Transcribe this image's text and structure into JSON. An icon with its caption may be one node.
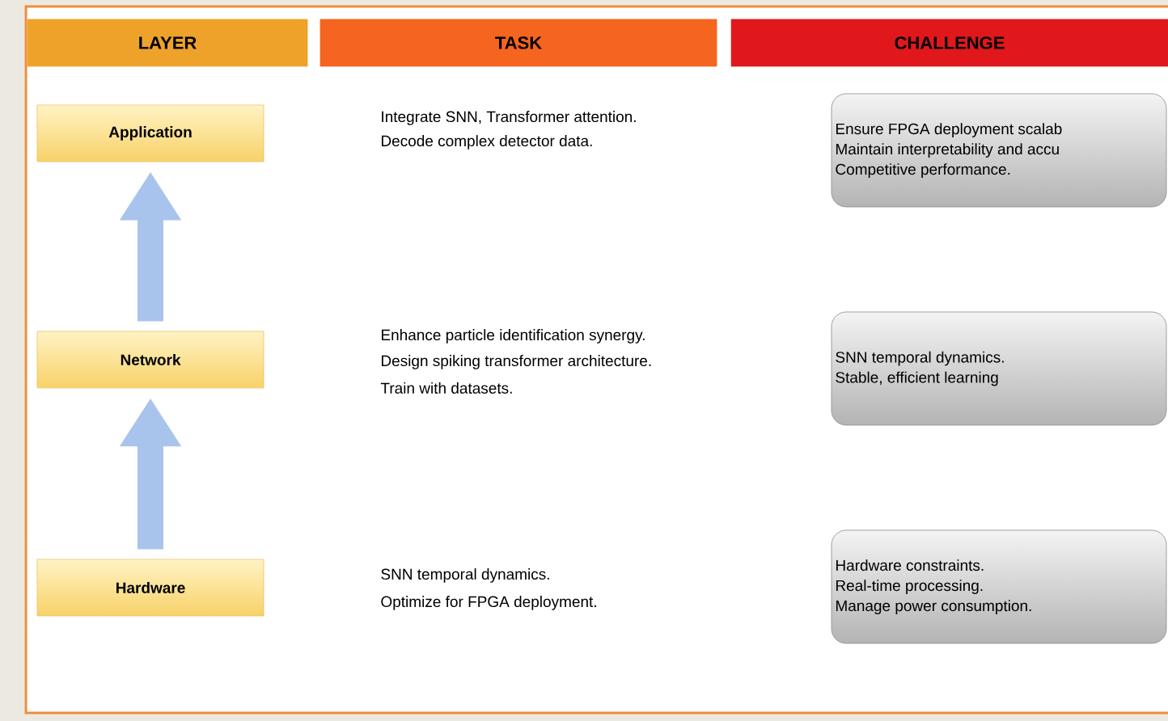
{
  "diagram": {
    "nodes": [
      {
        "text": [
          "LAYER"
        ]
      },
      {
        "text": [
          "TASK"
        ]
      },
      {
        "text": [
          "CHALLENGE"
        ]
      },
      {
        "text": [
          "Application"
        ]
      },
      {
        "text": [
          "Network"
        ]
      },
      {
        "text": [
          "Hardware"
        ]
      },
      {
        "text": [
          "Ensure FPGA deployment scalab",
          "Maintain interpretability and accu",
          "Competitive performance."
        ]
      },
      {
        "text": [
          "SNN temporal dynamics.",
          "Stable, efficient learning"
        ]
      },
      {
        "text": [
          "Hardware constraints.",
          "Real-time processing.",
          "Manage power consumption."
        ]
      }
    ],
    "edges": [
      {
        "from": 5,
        "to": 4,
        "arrow": "to"
      },
      {
        "from": 4,
        "to": 3,
        "arrow": "to"
      }
    ],
    "labels": [
      "Integrate SNN, Transformer attention.",
      "Decode complex detector data.",
      "Enhance particle identification synergy.",
      "Design spiking transformer architecture.",
      "Train with datasets.",
      "SNN temporal dynamics.",
      "Optimize for FPGA deployment."
    ]
  }
}
